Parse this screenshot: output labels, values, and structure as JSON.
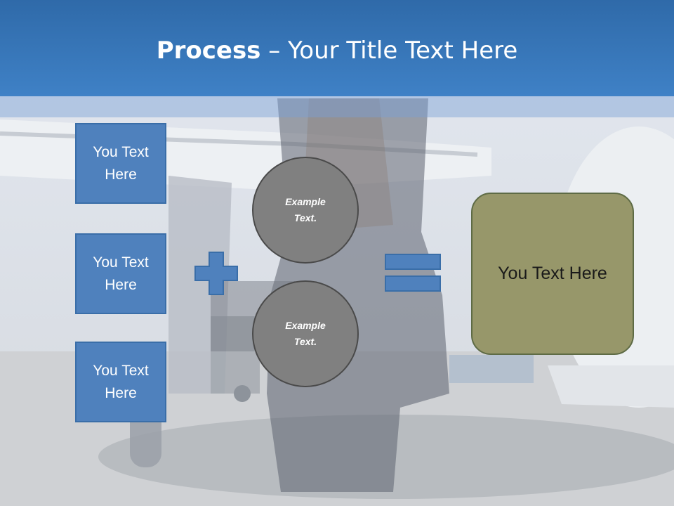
{
  "slide": {
    "title_bold": "Process",
    "title_rest": " – Your Title Text Here",
    "left_boxes": [
      {
        "label": "You Text Here"
      },
      {
        "label": "You Text Here"
      },
      {
        "label": "You Text Here"
      }
    ],
    "circles": [
      {
        "label": "Example Text."
      },
      {
        "label": "Example Text."
      }
    ],
    "operator_icons": [
      "plus-icon",
      "equals-icon"
    ],
    "result_label": "You Text Here"
  },
  "colors": {
    "header": "#3a78bd",
    "box_fill": "#4f81bd",
    "circle_fill": "#808080",
    "result_fill": "#97976a"
  }
}
